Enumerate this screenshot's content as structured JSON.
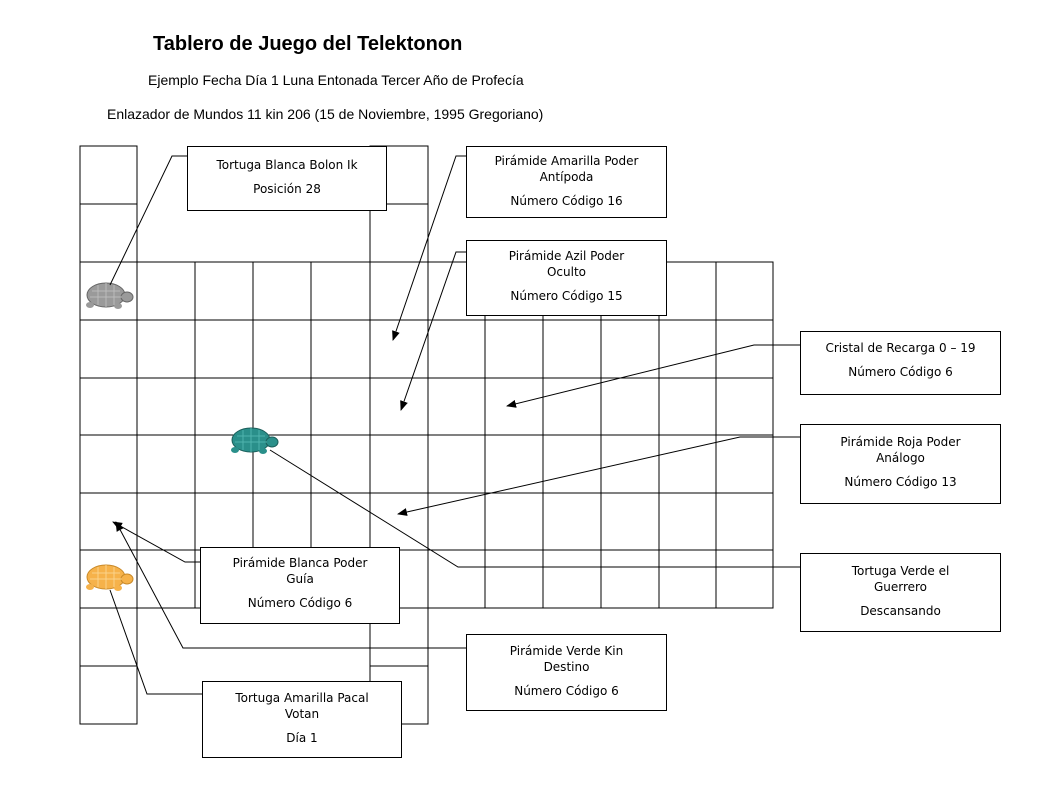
{
  "header": {
    "title": "Tablero de Juego del Telektonon",
    "subtitle_1": "Ejemplo Fecha Día 1 Luna Entonada Tercer Año de Profecía",
    "subtitle_2": "Enlazador de Mundos 11 kin 206 (15 de Noviembre, 1995 Gregoriano)"
  },
  "colors": {
    "turtle_white": "#9a9a9a",
    "turtle_green": "#2a8f8a",
    "turtle_yellow": "#f6b24a"
  },
  "labels": {
    "tortuga_blanca": {
      "line1": "Tortuga Blanca Bolon Ik",
      "line2": "Posición 28"
    },
    "piramide_amarilla": {
      "line1": "Pirámide Amarilla Poder",
      "line2": "Antípoda",
      "line3": "Número Código 16"
    },
    "piramide_azil": {
      "line1": "Pirámide Azil Poder",
      "line2": "Oculto",
      "line3": "Número Código 15"
    },
    "cristal_recarga": {
      "line1": "Cristal de Recarga 0 – 19",
      "line2": "Número Código 6"
    },
    "piramide_roja": {
      "line1": "Pirámide Roja Poder",
      "line2": "Análogo",
      "line3": "Número Código 13"
    },
    "tortuga_verde": {
      "line1": "Tortuga Verde el",
      "line2": "Guerrero",
      "line3": "Descansando"
    },
    "piramide_blanca": {
      "line1": "Pirámide Blanca Poder",
      "line2": "Guía",
      "line3": "Número Código 6"
    },
    "piramide_verde": {
      "line1": "Pirámide Verde Kin",
      "line2": "Destino",
      "line3": "Número Código 6"
    },
    "tortuga_amarilla": {
      "line1": "Tortuga Amarilla Pacal",
      "line2": "Votan",
      "line3": "Día 1"
    }
  }
}
